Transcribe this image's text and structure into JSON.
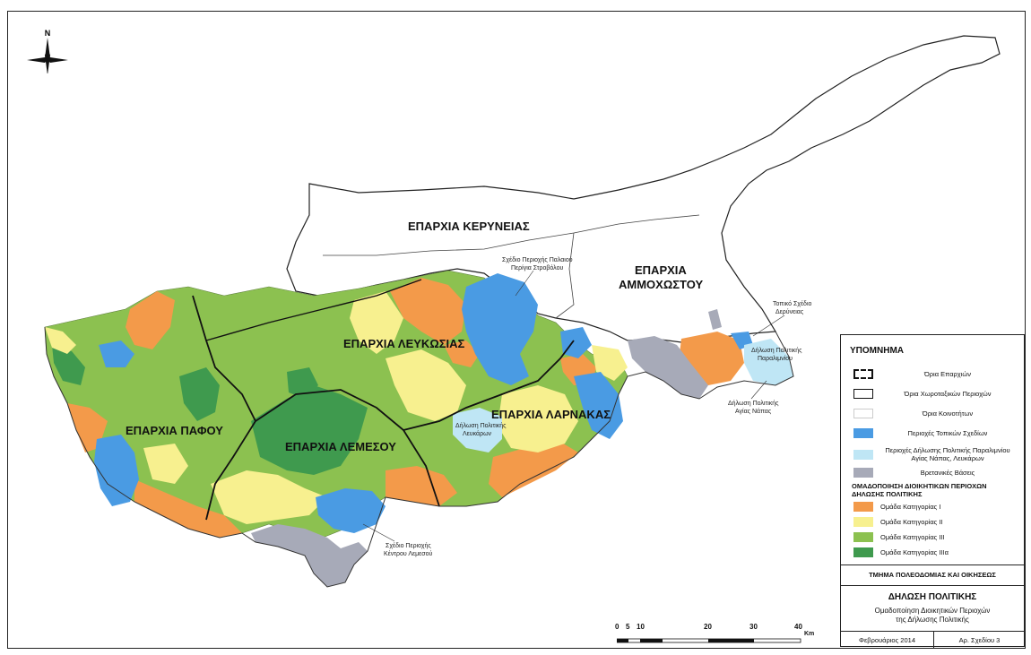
{
  "regions": {
    "kyrenia": "ΕΠΑΡΧΙΑ ΚΕΡΥΝΕΙΑΣ",
    "famagusta_1": "ΕΠΑΡΧΙΑ",
    "famagusta_2": "ΑΜΜΟΧΩΣΤΟΥ",
    "nicosia": "ΕΠΑΡΧΙΑ ΛΕΥΚΩΣΙΑΣ",
    "larnaca": "ΕΠΑΡΧΙΑ ΛΑΡΝΑΚΑΣ",
    "paphos": "ΕΠΑΡΧΙΑ ΠΑΦΟΥ",
    "limassol": "ΕΠΑΡΧΙΑ ΛΕΜΕΣΟΥ"
  },
  "annotations": {
    "paleometocho_1": "Σχέδιο Περιοχής Παλαιού",
    "paleometocho_2": "Περίγια Στροβόλου",
    "dherynia_1": "Τοπικό Σχέδιο",
    "dherynia_2": "Δερύνειας",
    "paralimni_1": "Δήλωση Πολιτικής",
    "paralimni_2": "Παραλιμνίου",
    "agianapa_1": "Δήλωση Πολιτικής",
    "agianapa_2": "Αγίας Νάπας",
    "limassol_centre_1": "Σχέδιο Περιοχής",
    "limassol_centre_2": "Κέντρου Λεμεσού",
    "lefkara_1": "Δήλωση Πολιτικής",
    "lefkara_2": "Λευκάρων"
  },
  "compass": "N",
  "legend": {
    "title": "ΥΠΟΜΝΗΜΑ",
    "items": [
      "Όρια Επαρχιών",
      "Όρια Χωροταξικών Περιοχών",
      "Όρια Κοινοτήτων",
      "Περιοχές Τοπικών Σχεδίων",
      "Περιοχές Δήλωσης Πολιτικής Παραλιμνίου Αγίας Νάπας, Λευκάρων",
      "Βρετανικές Βάσεις"
    ],
    "group_heading": "ΟΜΑΔΟΠΟΙΗΣΗ ΔΙΟΙΚΗΤΙΚΩΝ ΠΕΡΙΟΧΩΝ ΔΗΛΩΣΗΣ ΠΟΛΙΤΙΚΗΣ",
    "categories": [
      "Ομάδα Κατηγορίας I",
      "Ομάδα Κατηγορίας II",
      "Ομάδα Κατηγορίας III",
      "Ομάδα Κατηγορίας IIIα"
    ],
    "department": "ΤΜΗΜΑ ΠΟΛΕΟΔΟΜΙΑΣ ΚΑΙ ΟΙΚΗΣΕΩΣ",
    "plan_title": "ΔΗΛΩΣΗ ΠΟΛΙΤΙΚΗΣ",
    "plan_sub_1": "Ομαδοποίηση Διοικητικών Περιοχών",
    "plan_sub_2": "της Δήλωσης Πολιτικής",
    "date": "Φεβρουάριος 2014",
    "drawing_no": "Αρ. Σχεδίου 3"
  },
  "scale": {
    "ticks": [
      "0",
      "5",
      "10",
      "20",
      "30",
      "40"
    ],
    "unit": "Km"
  },
  "colors": {
    "cat1": "#f39a4a",
    "cat2": "#f7f08f",
    "cat3": "#8cc150",
    "cat3a": "#3f9a4e",
    "local_plans": "#4a9be3",
    "policy_areas": "#bfe6f5",
    "british_bases": "#a7aab8"
  }
}
